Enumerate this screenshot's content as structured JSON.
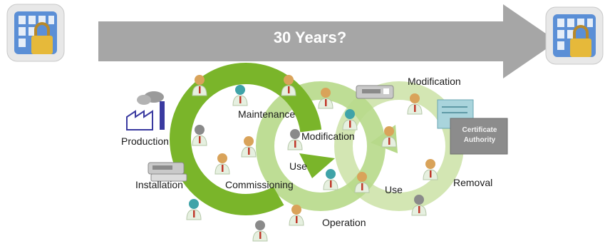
{
  "banner": {
    "title": "30 Years?"
  },
  "labels": {
    "production": "Production",
    "installation": "Installation",
    "maintenance": "Maintenance",
    "modification_1": "Modification",
    "commissioning": "Commissioning",
    "use_1": "Use",
    "operation": "Operation",
    "use_2": "Use",
    "modification_2": "Modification",
    "removal": "Removal"
  },
  "certificate_authority": {
    "line1": "Certificate",
    "line2": "Authority"
  },
  "icons": [
    "secure-building-icon",
    "factory-icon",
    "server-device-icon",
    "person-icon",
    "certificate-icon",
    "lock-icon"
  ],
  "colors": {
    "arrow": "#a6a6a6",
    "cycle_dark": "#7ab52a",
    "cycle_mid": "#b7d98a",
    "cycle_light": "#d3e6b3",
    "ca_box": "#8c8c8c",
    "building": "#5b8fd6",
    "lock": "#e6b93a"
  }
}
